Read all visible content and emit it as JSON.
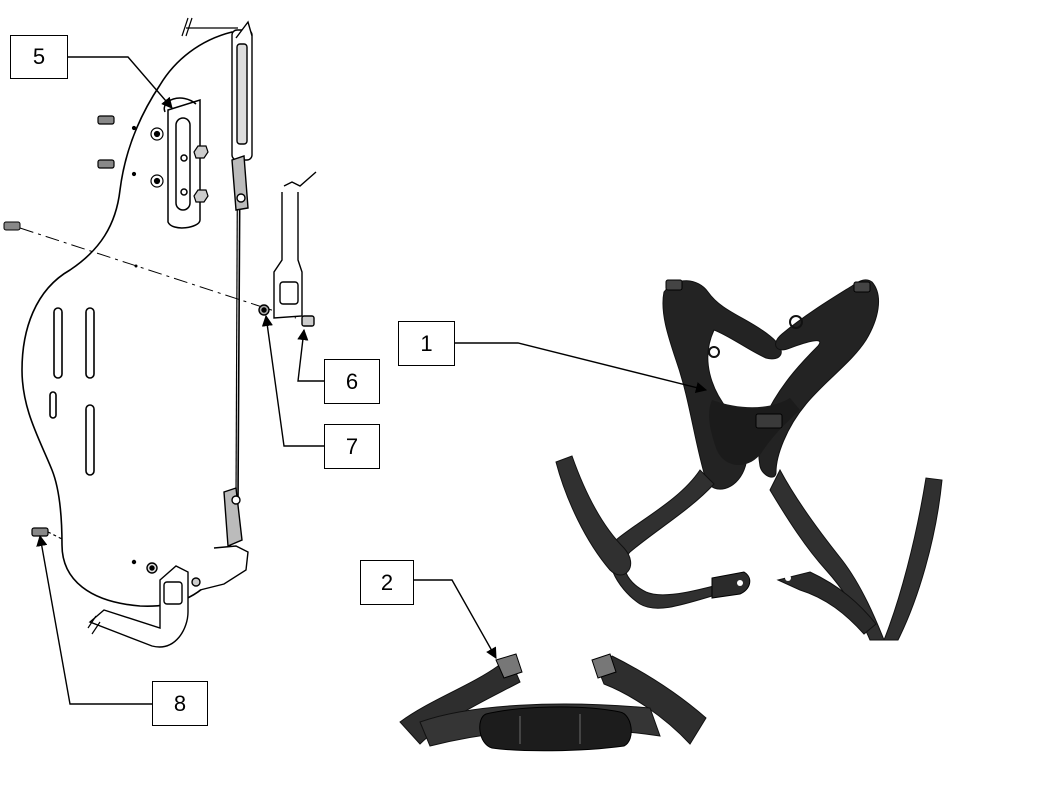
{
  "diagram": {
    "callouts": [
      {
        "id": "c5",
        "label": "5"
      },
      {
        "id": "c1",
        "label": "1"
      },
      {
        "id": "c6",
        "label": "6"
      },
      {
        "id": "c7",
        "label": "7"
      },
      {
        "id": "c2",
        "label": "2"
      },
      {
        "id": "c8",
        "label": "8"
      }
    ],
    "parts": [
      {
        "name": "seat-back-panel"
      },
      {
        "name": "mounting-bracket"
      },
      {
        "name": "shoulder-harness"
      },
      {
        "name": "hip-belt"
      }
    ],
    "colors": {
      "line": "#000000",
      "strap": "#2b2b2b",
      "pad": "#1f1f1f",
      "background": "#ffffff"
    }
  }
}
